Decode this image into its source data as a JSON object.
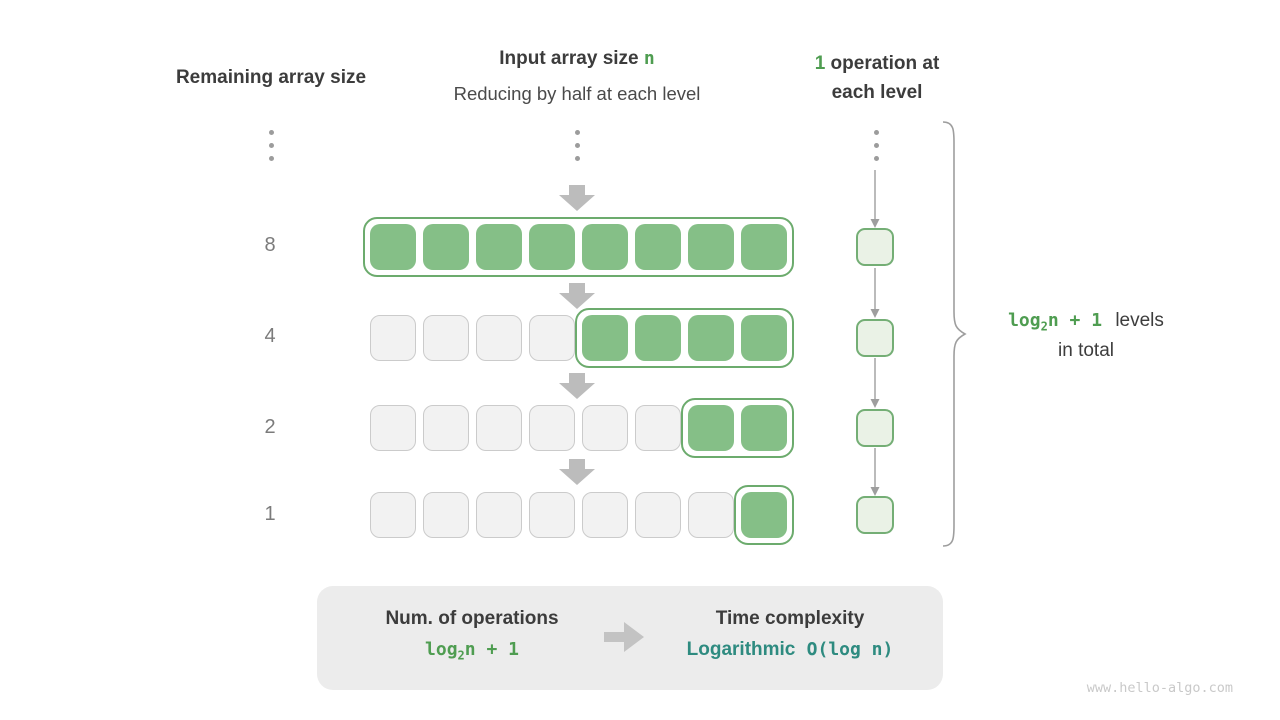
{
  "headers": {
    "remaining": "Remaining array size",
    "input_prefix": "Input array size ",
    "input_n": "n",
    "input_sub": "Reducing by half at each level",
    "op_num": "1",
    "op_line1": " operation at",
    "op_line2": "each level"
  },
  "diagram": {
    "rows": [
      {
        "label": "8",
        "gray": 0,
        "green": 8
      },
      {
        "label": "4",
        "gray": 4,
        "green": 4
      },
      {
        "label": "2",
        "gray": 6,
        "green": 2
      },
      {
        "label": "1",
        "gray": 7,
        "green": 1
      }
    ]
  },
  "brace_label": {
    "formula_log": "log",
    "formula_sub": "2",
    "formula_rest": "n + 1",
    "line1_rest": "levels",
    "line2": "in total"
  },
  "summary": {
    "ops_title": "Num. of operations",
    "ops_log": "log",
    "ops_sub": "2",
    "ops_rest": "n + 1",
    "tc_title": "Time complexity",
    "tc_name": "Logarithmic",
    "tc_big_o": "O(log n)"
  },
  "watermark": "www.hello-algo.com",
  "colors": {
    "green_text": "#4f9d51",
    "teal_text": "#2e8b80",
    "cell_green": "#85bf87",
    "cell_gray": "#f2f2f2",
    "wrap_border": "#6cab6d",
    "op_square_fill": "#eaf2e6",
    "op_square_border": "#74ae75",
    "arrow_gray": "#bcbcbc",
    "summary_box": "#ececec"
  }
}
